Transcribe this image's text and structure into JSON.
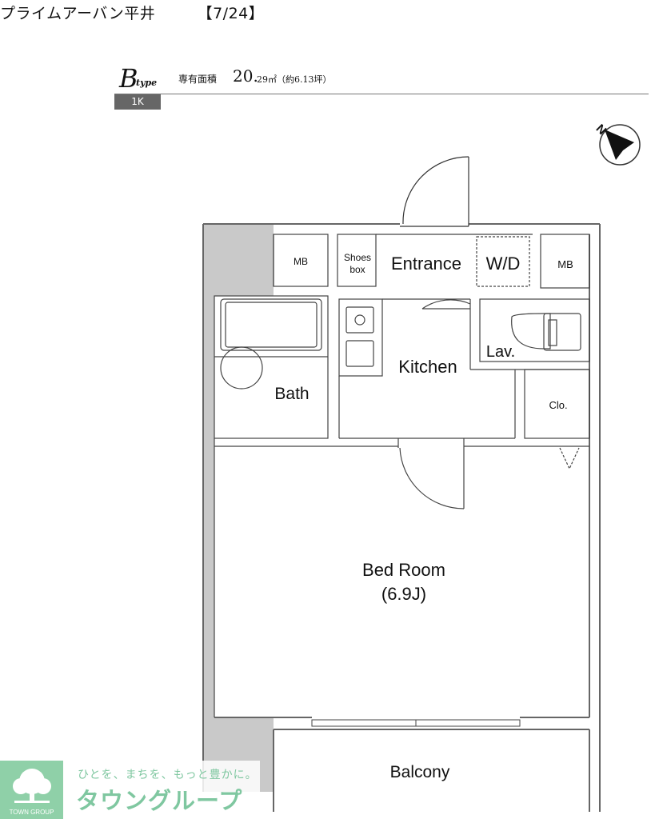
{
  "header": {
    "title": "プライムアーバン平井",
    "page": "【7/24】"
  },
  "unit_type": {
    "letter": "B",
    "suffix": "type",
    "layout": "1K",
    "area_label": "専有面積",
    "area_value": "20.",
    "area_unit": "29㎡（約6.13坪）"
  },
  "rooms": {
    "mb_left": "MB",
    "shoes_box_line1": "Shoes",
    "shoes_box_line2": "box",
    "entrance": "Entrance",
    "wd": "W/D",
    "mb_right": "MB",
    "kitchen": "Kitchen",
    "lav": "Lav.",
    "bath": "Bath",
    "closet": "Clo.",
    "bedroom": "Bed Room",
    "bedroom_size": "(6.9J)",
    "balcony": "Balcony"
  },
  "compass": {
    "north_label": "N"
  },
  "footer": {
    "tagline": "ひとを、まちを、もっと豊かに。",
    "brand": "タウングループ",
    "logo_caption": "TOWN GROUP"
  },
  "colors": {
    "wall": "#777777",
    "structure": "#c9c9c9",
    "brand_green": "#7fc7a0"
  }
}
